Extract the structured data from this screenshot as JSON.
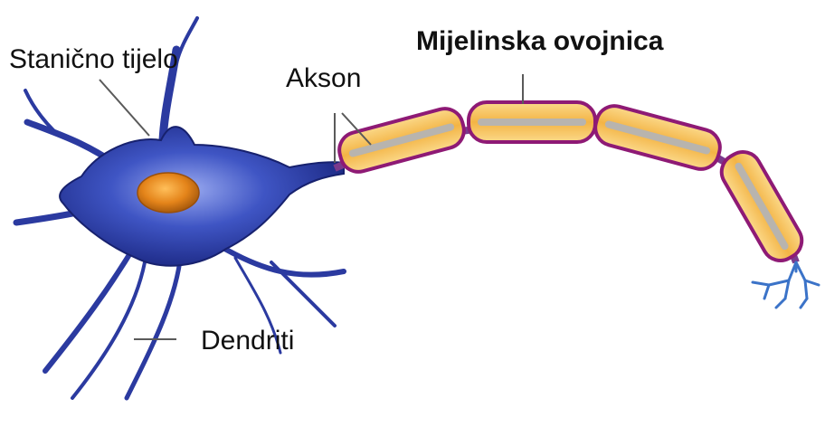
{
  "labels": {
    "cell_body": "Stanično tijelo",
    "axon": "Akson",
    "myelin_sheath": "Mijelinska ovojnica",
    "dendrites": "Dendriti"
  },
  "colors": {
    "soma_dark": "#1c2a86",
    "soma_mid": "#3447b5",
    "soma_light": "#8ea0e6",
    "nucleus": "#e58a1c",
    "myelin_fill": "#f6c35a",
    "myelin_border": "#8e1a75",
    "axon_core": "#b8b4ae",
    "leader_line": "#5a5a5a",
    "terminal": "#3b73c8"
  },
  "icons": {
    "myelin_segment": "rounded-capsule",
    "nucleus": "oval"
  }
}
